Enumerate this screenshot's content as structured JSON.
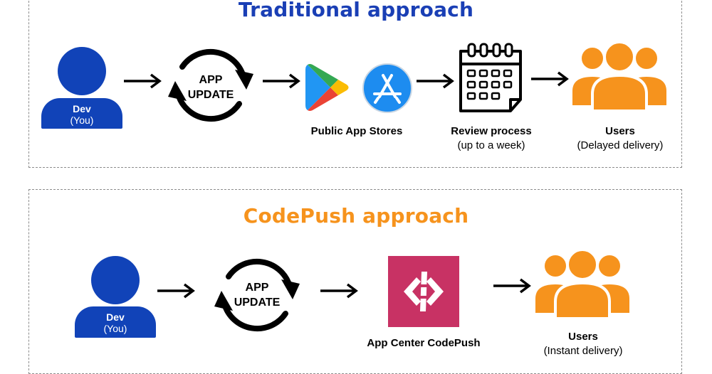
{
  "traditional": {
    "title": "Traditional approach",
    "dev": {
      "name": "Dev",
      "note": "(You)"
    },
    "update": {
      "line1": "APP",
      "line2": "UPDATE"
    },
    "stores_label": "Public App Stores",
    "review": {
      "title": "Review process",
      "note": "(up to a week)"
    },
    "users": {
      "title": "Users",
      "note": "(Delayed delivery)"
    }
  },
  "codepush": {
    "title": "CodePush approach",
    "dev": {
      "name": "Dev",
      "note": "(You)"
    },
    "update": {
      "line1": "APP",
      "line2": "UPDATE"
    },
    "service_label": "App Center CodePush",
    "users": {
      "title": "Users",
      "note": "(Instant delivery)"
    }
  },
  "colors": {
    "traditional_title": "#1a3fb5",
    "codepush_title": "#f6931d",
    "dev_blue": "#1143b8",
    "users_orange": "#f6931d",
    "codepush_logo": "#c83264",
    "appstore_blue": "#1d8cf0"
  },
  "icons": [
    "dev-person-icon",
    "refresh-cycle-icon",
    "google-play-icon",
    "app-store-icon",
    "calendar-icon",
    "users-group-icon",
    "codepush-logo-icon",
    "arrow-right-icon"
  ]
}
